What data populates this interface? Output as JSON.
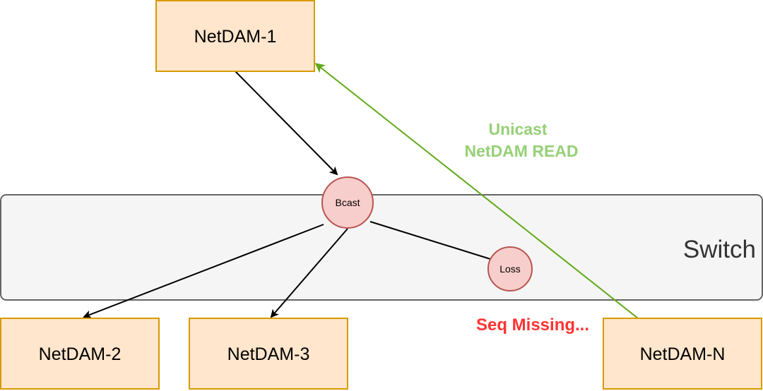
{
  "nodes": {
    "netdam1": "NetDAM-1",
    "netdam2": "NetDAM-2",
    "netdam3": "NetDAM-3",
    "netdamN": "NetDAM-N"
  },
  "switch": {
    "label": "Switch",
    "bcast": "Bcast",
    "loss": "Loss"
  },
  "annotations": {
    "unicast_line1": "Unicast",
    "unicast_line2": "NetDAM READ",
    "seq_missing": "Seq Missing..."
  },
  "colors": {
    "node_fill": "#ffe6cc",
    "node_stroke": "#d79b00",
    "switch_fill": "#f5f5f5",
    "circle_fill": "#f8cecc",
    "circle_stroke": "#b85450",
    "unicast_edge": "#60a917",
    "unicast_text": "#97d077",
    "missing_text": "#ff3333"
  }
}
